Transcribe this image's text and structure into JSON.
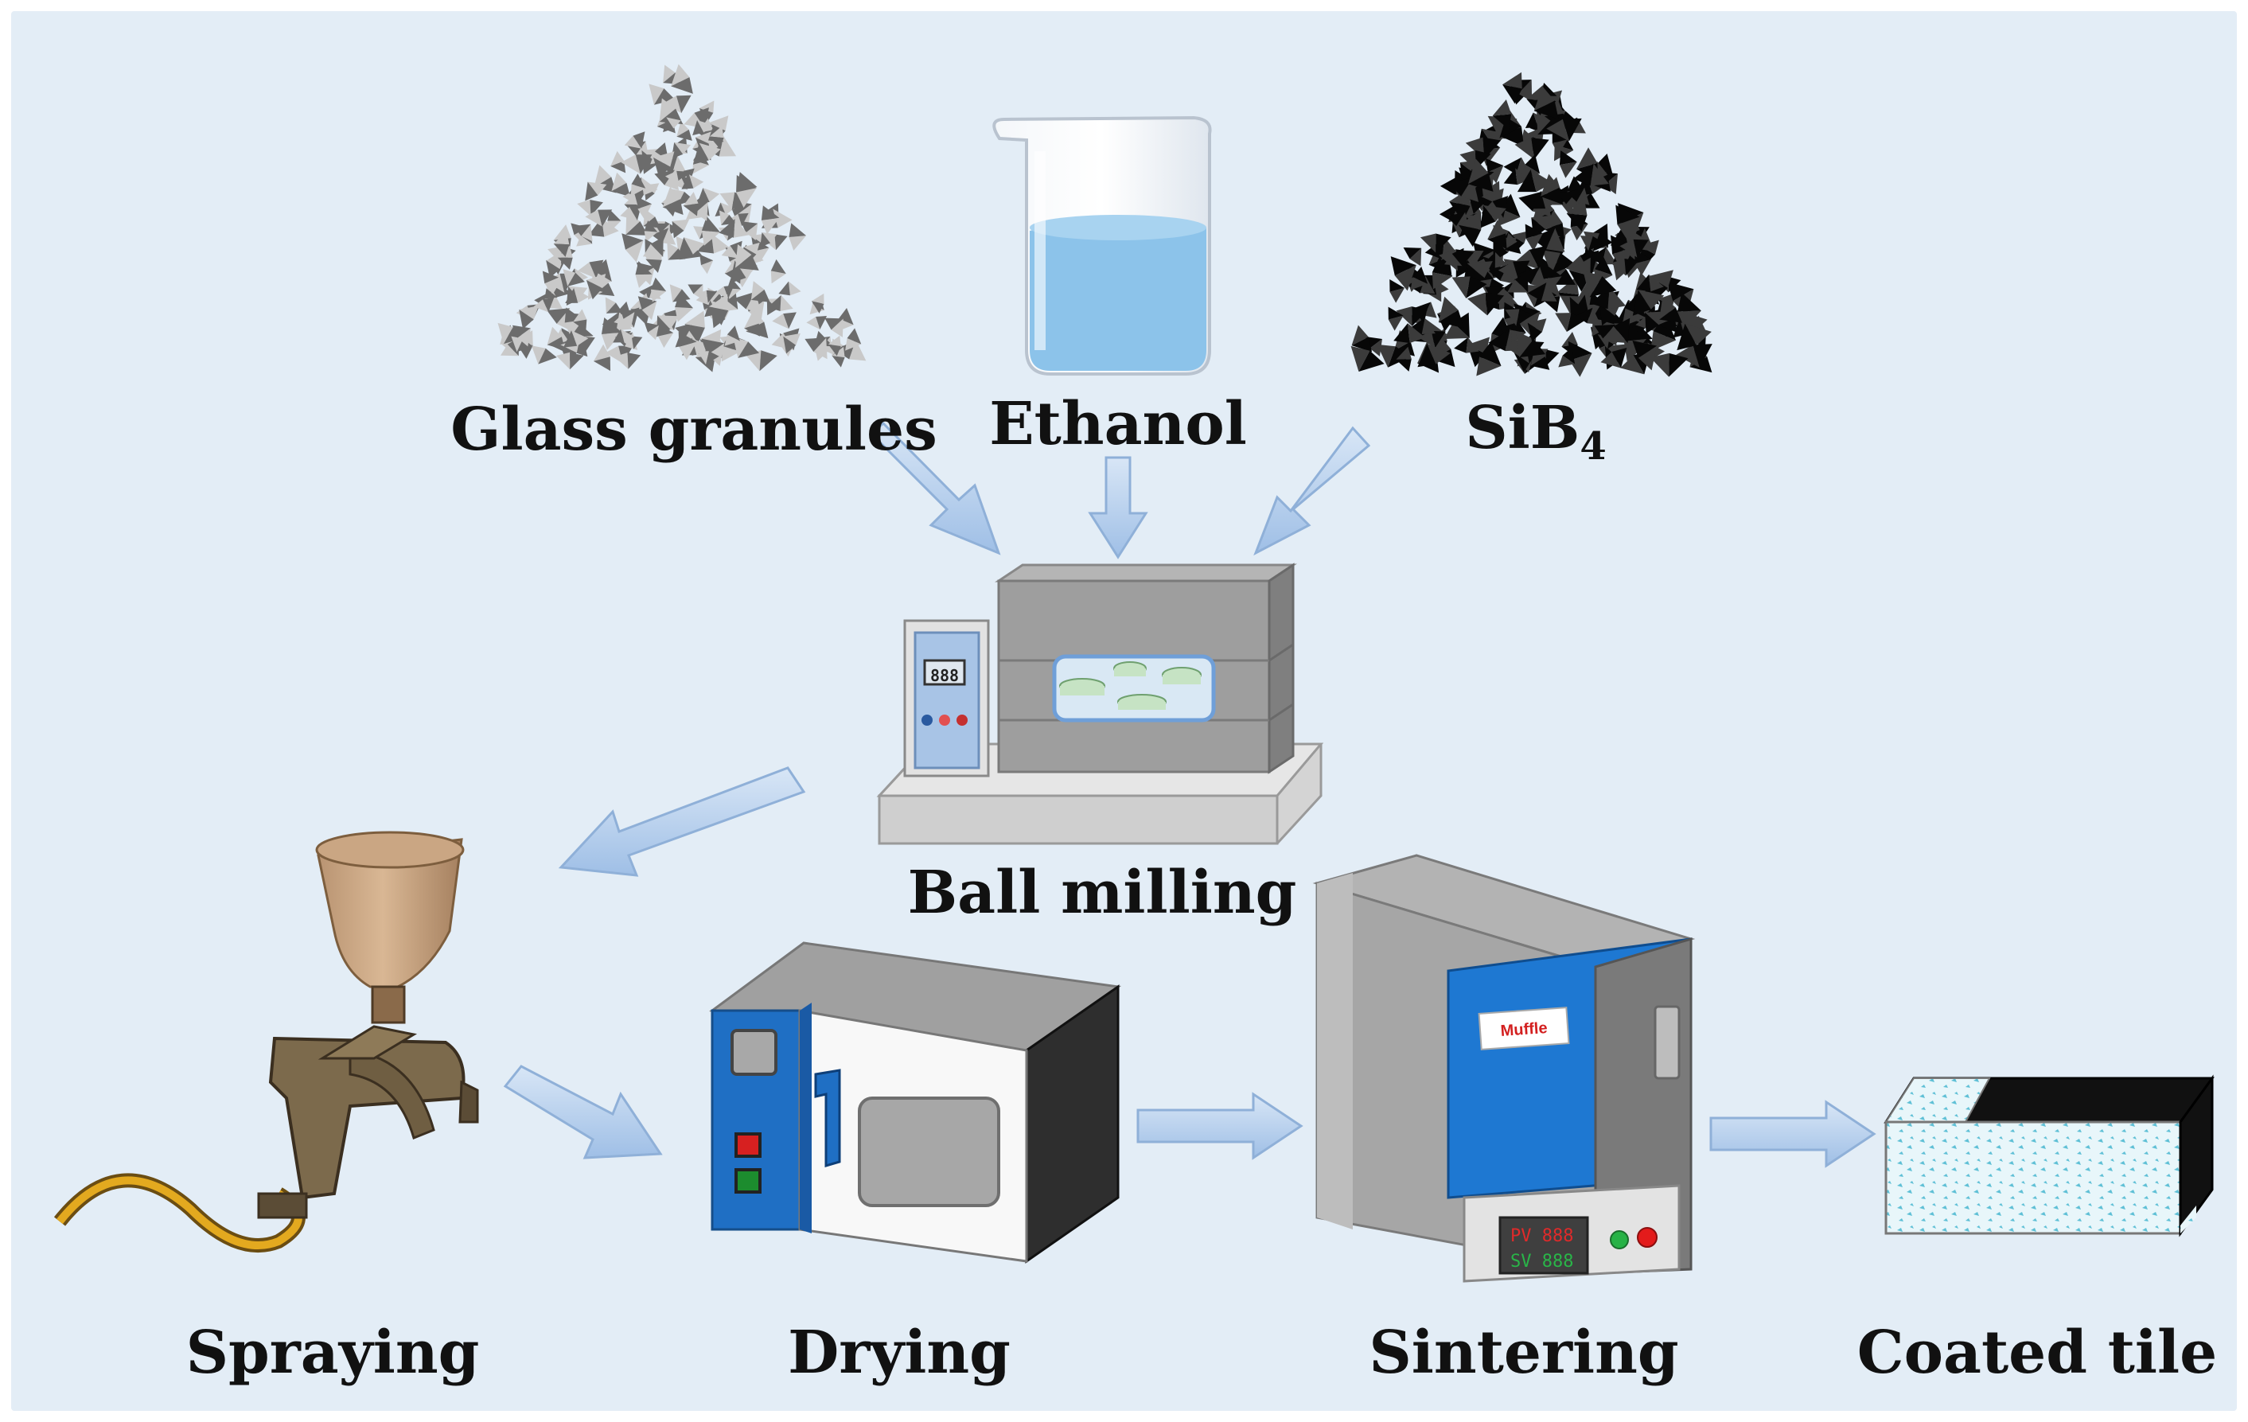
{
  "labels": {
    "glass": "Glass granules",
    "ethanol": "Ethanol",
    "sib4_main": "SiB",
    "sib4_sub": "4",
    "ball_milling": "Ball milling",
    "spraying": "Spraying",
    "drying": "Drying",
    "sintering": "Sintering",
    "coated_tile": "Coated tile"
  },
  "device_text": {
    "mill_display": "888",
    "muffle_badge": "Muffle",
    "pv": "PV 888",
    "sv": "SV 888"
  },
  "colors": {
    "background": "#e3edf6",
    "arrow": "#a9c6e8",
    "oven_blue": "#1f6fc4",
    "muffle_blue": "#1e78d2",
    "liquid": "#8cc3ea"
  }
}
